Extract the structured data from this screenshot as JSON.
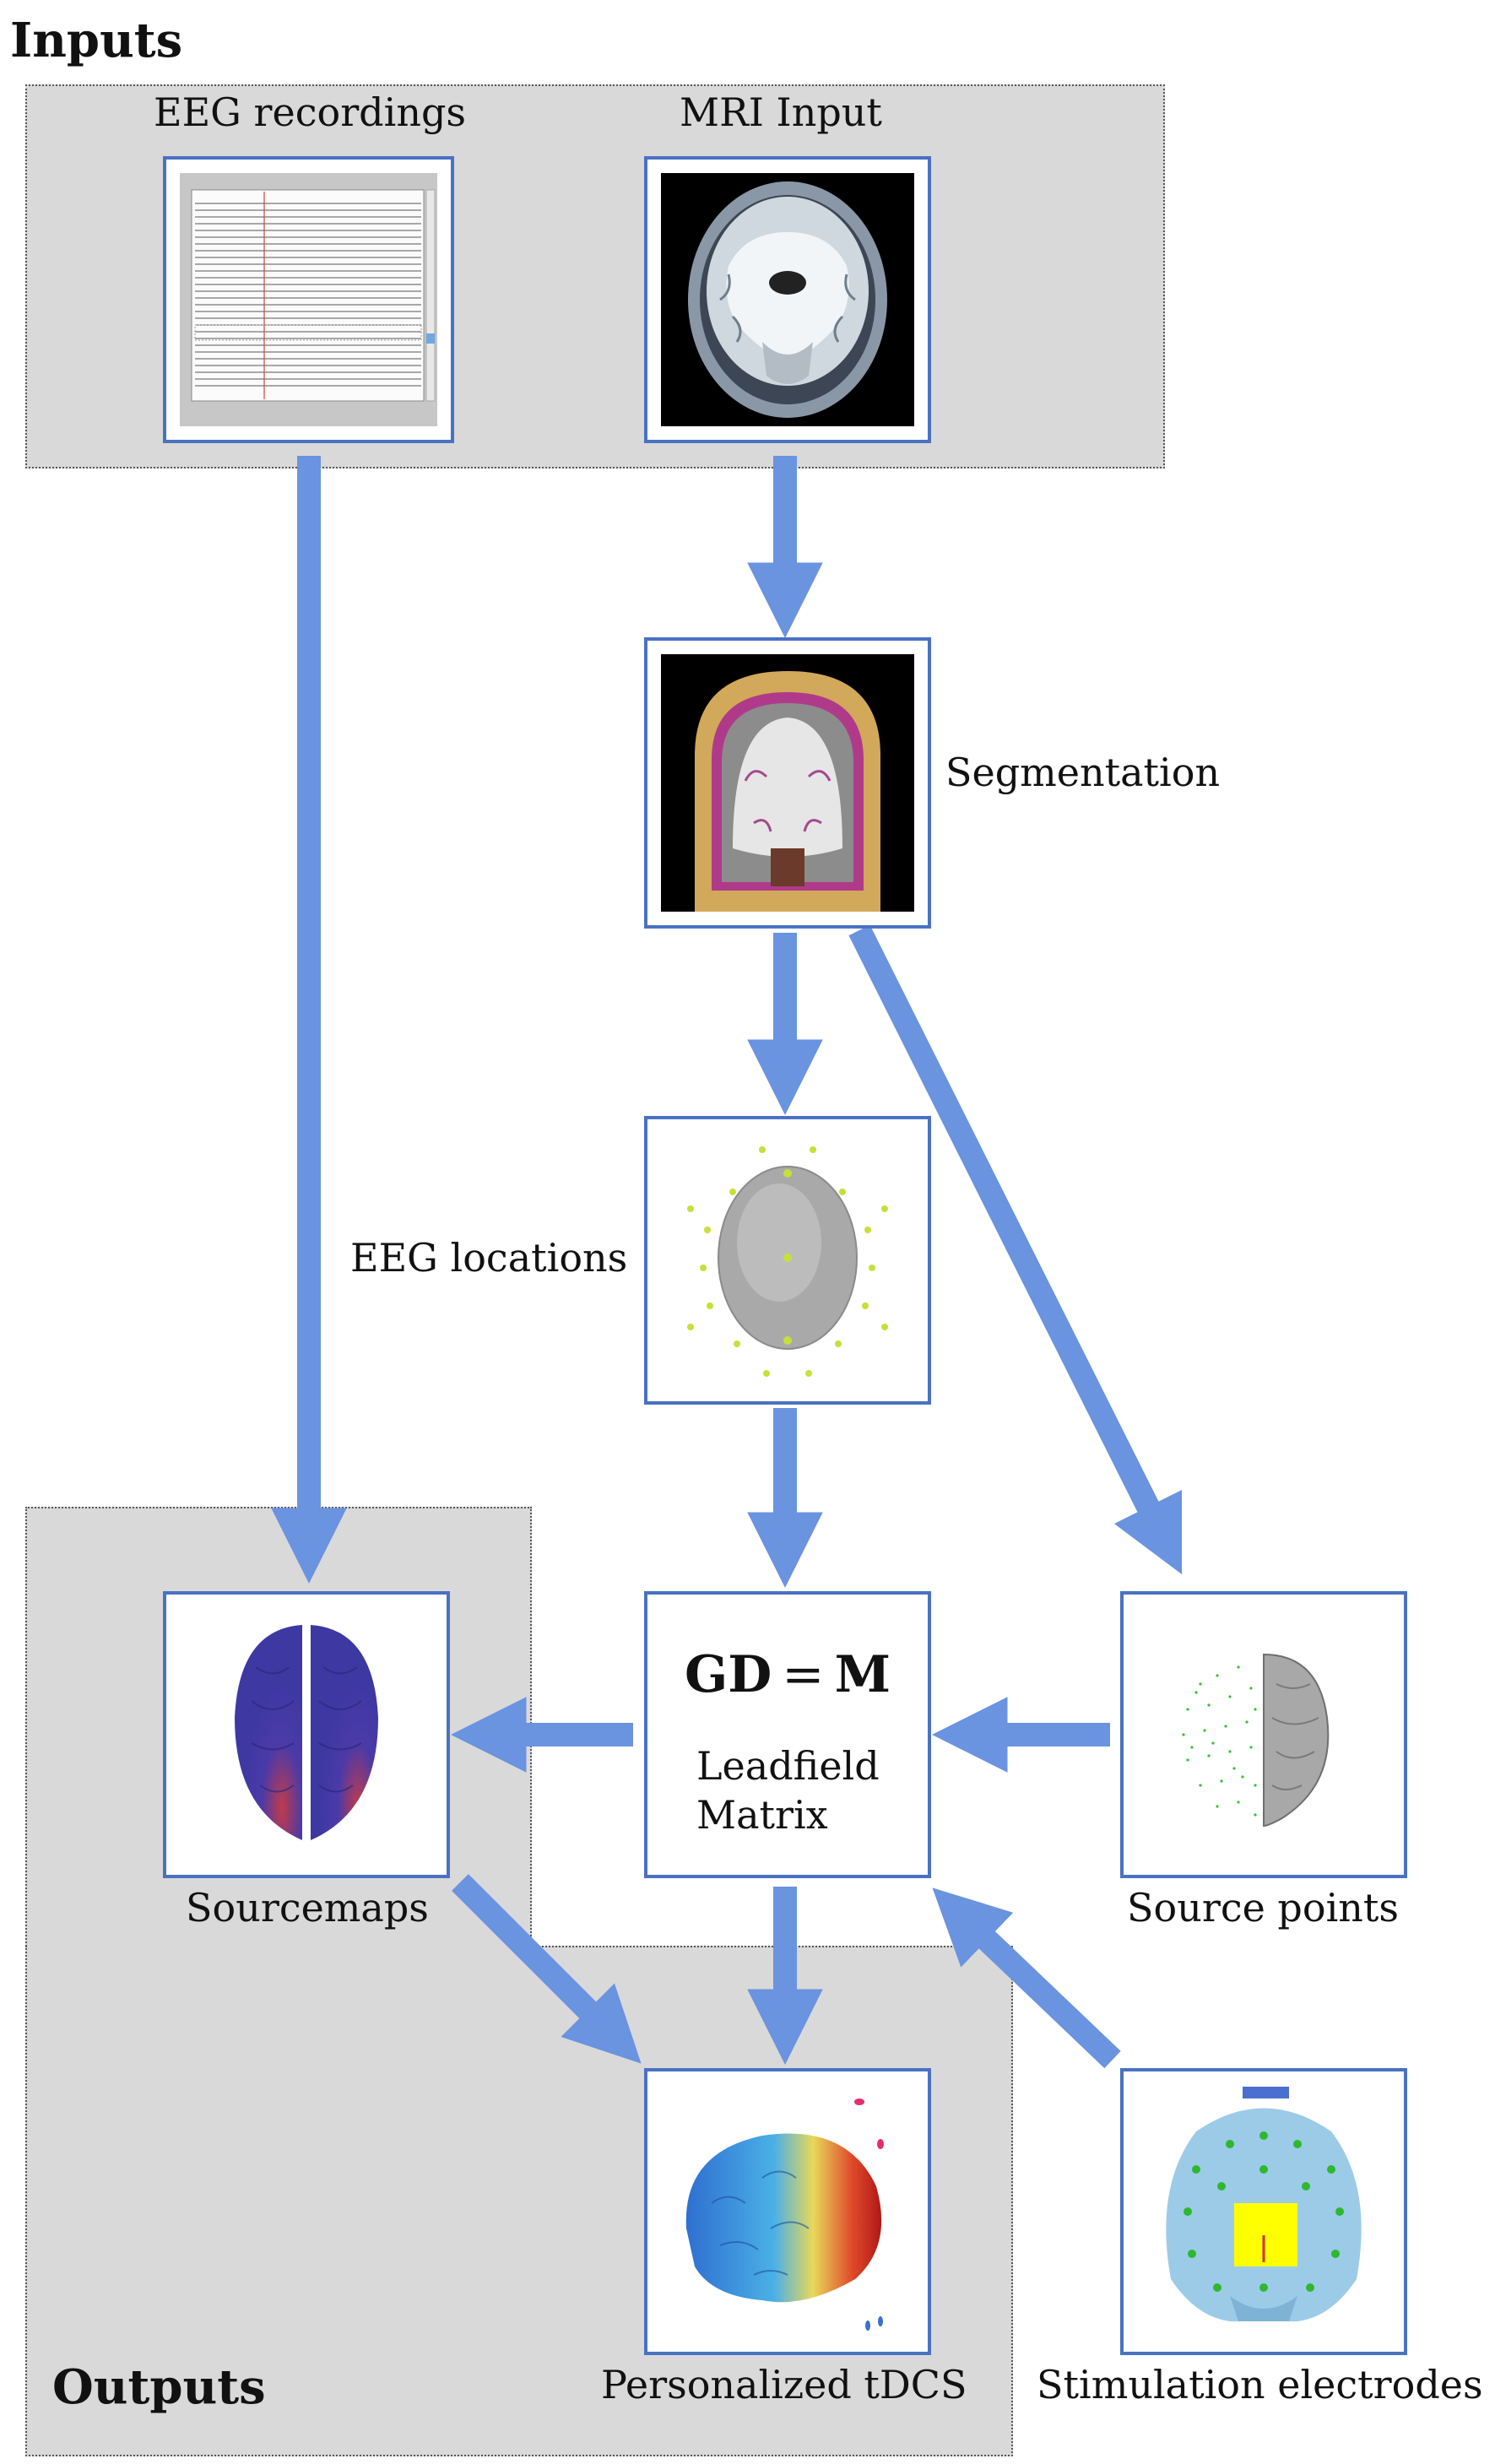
{
  "sections": {
    "inputs_title": "Inputs",
    "outputs_title": "Outputs"
  },
  "nodes": {
    "eeg_recordings": {
      "label": "EEG recordings",
      "icon": "eeg-trace-plot"
    },
    "mri_input": {
      "label": "MRI Input",
      "icon": "mri-brain-slice"
    },
    "segmentation": {
      "label": "Segmentation",
      "icon": "segmented-head-slice"
    },
    "eeg_locations": {
      "label": "EEG locations",
      "icon": "scalp-electrode-map"
    },
    "leadfield": {
      "equation": {
        "lhs": "GD",
        "op": "=",
        "rhs": "M"
      },
      "line1": "Leadfield",
      "line2": "Matrix"
    },
    "source_points": {
      "label": "Source points",
      "icon": "brain-source-points"
    },
    "sourcemaps": {
      "label": "Sourcemaps",
      "icon": "brain-sourcemap"
    },
    "personalized_tdcs": {
      "label": "Personalized tDCS",
      "icon": "tdcs-field-brain"
    },
    "stimulation_electrodes": {
      "label": "Stimulation electrodes",
      "icon": "head-electrode-model"
    }
  },
  "colors": {
    "arrow": "#6a93e0",
    "box_border": "#4a72c2",
    "region_fill": "#d9d9d9"
  }
}
